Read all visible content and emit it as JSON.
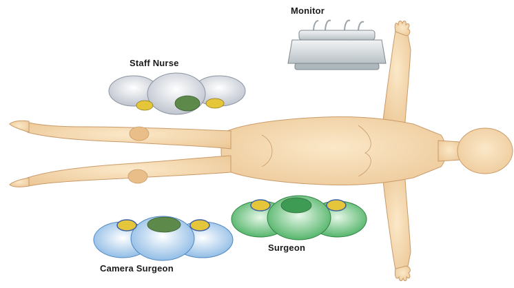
{
  "labels": {
    "monitor": "Monitor",
    "staff_nurse": "Staff Nurse",
    "surgeon": "Surgeon",
    "camera_surgeon": "Camera Surgeon"
  },
  "colors": {
    "skin": "#f3d7ac",
    "skin_outline": "#c99a68",
    "monitor_body": "#dfe4e6",
    "staff_nurse_gown": "#d9dde4",
    "surgeon_gown": "#6cc47c",
    "camera_surgeon_gown": "#a9cdec",
    "cap_accent": "#e5c63a",
    "shoulder_accent": "#3d5fa3"
  },
  "icons": {
    "monitor": "monitor-icon",
    "staff_nurse": "staff-nurse-figure",
    "surgeon": "surgeon-figure",
    "camera_surgeon": "camera-surgeon-figure",
    "patient": "patient-figure"
  }
}
